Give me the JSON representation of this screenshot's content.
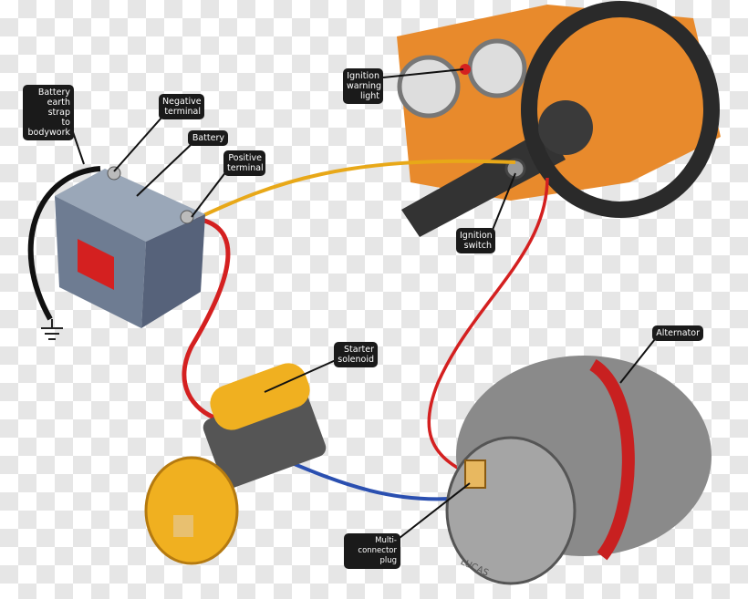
{
  "labels": {
    "battery_earth_strap": "Battery\nearth strap\nto\nbodywork",
    "negative_terminal": "Negative\nterminal",
    "battery": "Battery",
    "positive_terminal": "Positive\nterminal",
    "ignition_warning_light": "Ignition\nwarning\nlight",
    "ignition_switch": "Ignition\nswitch",
    "starter_solenoid": "Starter\nsolenoid",
    "alternator": "Alternator",
    "multi_connector_plug": "Multi-connector\nplug"
  },
  "alternator_brand": "LUCAS",
  "colors": {
    "wire_red": "#d42020",
    "wire_yellow": "#e8a818",
    "wire_blue": "#2a4fb0",
    "dashboard": "#e88a2c",
    "solenoid": "#f0b020"
  }
}
